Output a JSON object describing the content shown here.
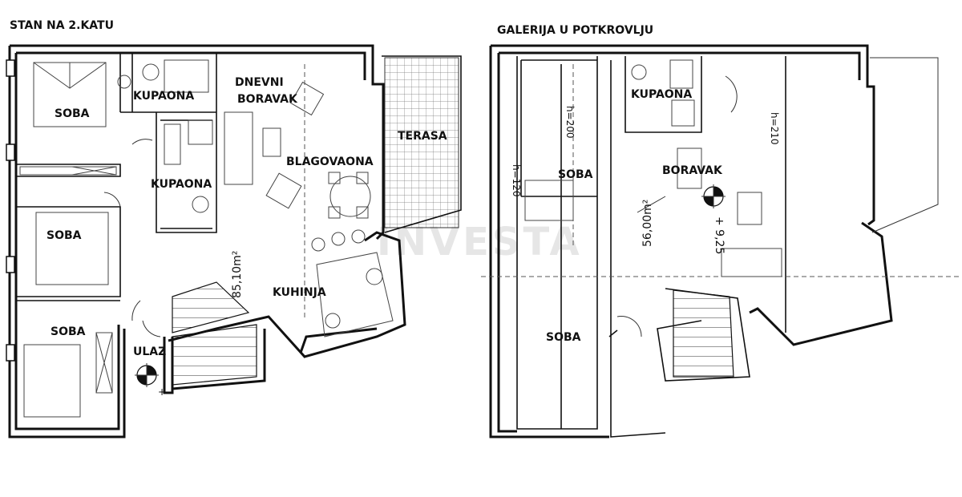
{
  "plans": [
    {
      "title": "STAN NA 2.KATU",
      "rooms": {
        "soba_1": "SOBA",
        "soba_2": "SOBA",
        "soba_3": "SOBA",
        "kupaona_1": "KUPAONA",
        "kupaona_2": "KUPAONA",
        "dnevni_1": "DNEVNI",
        "dnevni_2": "BORAVAK",
        "blagovaona": "BLAGOVAONA",
        "terasa": "TERASA",
        "kuhinja": "KUHINJA",
        "ulaz": "ULAZ"
      },
      "area": "85,10m²"
    },
    {
      "title": "GALERIJA U POTKROVLJU",
      "rooms": {
        "soba_1": "SOBA",
        "soba_2": "SOBA",
        "kupaona": "KUPAONA",
        "boravak": "BORAVAK"
      },
      "heights": [
        "h=120",
        "h=200",
        "h=210"
      ],
      "area": "56,00m²",
      "level": "+ 9,25"
    }
  ],
  "watermark": "INVESTA"
}
